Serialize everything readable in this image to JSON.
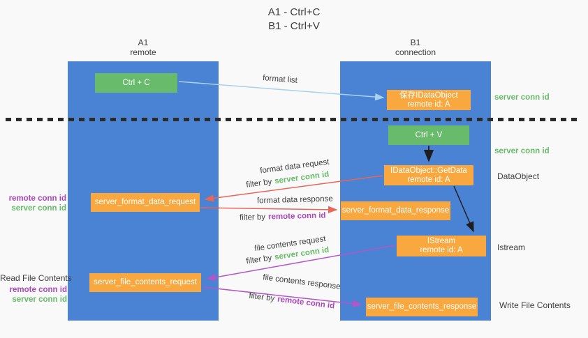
{
  "title": {
    "line1": "A1 - Ctrl+C",
    "line2": "B1 - Ctrl+V"
  },
  "columns": {
    "left": {
      "name": "A1",
      "role": "remote"
    },
    "right": {
      "name": "B1",
      "role": "connection"
    }
  },
  "nodes": {
    "ctrl_c": {
      "label": "Ctrl + C"
    },
    "ctrl_v": {
      "label": "Ctrl + V"
    },
    "save_dataobject": {
      "line1": "保存IDataObject",
      "line2": "remote id: A"
    },
    "getdata": {
      "line1": "IDataObject::GetData",
      "line2": "remote id: A"
    },
    "istream": {
      "line1": "IStream",
      "line2": "remote id: A"
    },
    "server_format_data_request": {
      "label": "server_format_data_request"
    },
    "server_format_data_response": {
      "label": "server_format_data_response"
    },
    "server_file_contents_request": {
      "label": "server_file_contents_request"
    },
    "server_file_contents_response": {
      "label": "server_file_contents_response"
    }
  },
  "flows": {
    "format_list": {
      "label": "format list"
    },
    "format_data_request": {
      "label": "format data request",
      "filter_prefix": "filter by",
      "filter_key": "server conn id"
    },
    "format_data_response": {
      "label": "format data response",
      "filter_prefix": "filter by",
      "filter_key": "remote conn id"
    },
    "file_contents_request": {
      "label": "file contents request",
      "filter_prefix": "filter by",
      "filter_key": "server conn id"
    },
    "file_contents_response": {
      "label": "file contents response",
      "filter_prefix": "filter by",
      "filter_key": "remote conn id"
    }
  },
  "side_labels": {
    "right_server_conn_id_1": "server conn id",
    "right_server_conn_id_2": "server conn id",
    "right_dataobject": "DataObject",
    "right_istream": "Istream",
    "right_write_file": "Write File Contents",
    "left_remote_conn_id_1": "remote conn id",
    "left_server_conn_id_1": "server conn id",
    "left_read_file": "Read File Contents",
    "left_remote_conn_id_2": "remote conn id",
    "left_server_conn_id_2": "server conn id"
  },
  "colors": {
    "column_blue": "#4a82d4",
    "box_green": "#67bb6b",
    "box_orange": "#f9a83f",
    "arrow_lightblue": "#a8d2ee",
    "arrow_red": "#e8665a",
    "arrow_magenta": "#b455c8",
    "arrow_black": "#1e1e1e",
    "text_green": "#68bb6a",
    "text_purple": "#ab47bc",
    "text_dark": "#3d3d3d",
    "background": "#f9f9f9"
  }
}
